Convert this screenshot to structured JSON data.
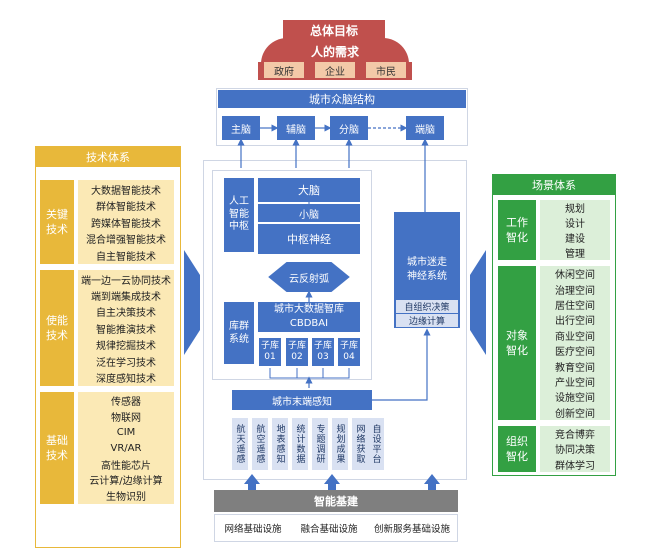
{
  "top": {
    "title": "总体目标",
    "need": "人的需求",
    "gov": "政府",
    "enterprise": "企业",
    "citizen": "市民"
  },
  "brain": {
    "title": "城市众脑结构",
    "items": [
      "主脑",
      "辅脑",
      "分脑",
      "端脑"
    ]
  },
  "tech": {
    "title": "技术体系",
    "groups": [
      {
        "label": "关键\n技术",
        "items": [
          "大数据智能技术",
          "群体智能技术",
          "跨媒体智能技术",
          "混合增强智能技术",
          "自主智能技术"
        ]
      },
      {
        "label": "使能\n技术",
        "items": [
          "端一边一云协同技术",
          "端到端集成技术",
          "自主决策技术",
          "智能推演技术",
          "规律挖掘技术",
          "泛在学习技术",
          "深度感知技术"
        ]
      },
      {
        "label": "基础\n技术",
        "items": [
          "传感器",
          "物联网",
          "CIM",
          "VR/AR",
          "高性能芯片",
          "云计算/边缘计算",
          "生物识别"
        ]
      }
    ]
  },
  "center": {
    "ai_hub": "人工\n智能\n中枢",
    "big_brain": "大脑",
    "small_brain": "小脑",
    "central_nerve": "中枢神经",
    "reflex_arc": "云反射弧",
    "lib_sys": "库群\n系统",
    "lib_title": "城市大数据智库",
    "lib_code": "CBDBAI",
    "sub_libs": [
      "子库\n01",
      "子库\n02",
      "子库\n03",
      "子库\n04"
    ],
    "vagus": "城市迷走\n神经系统",
    "self_org": "自组织决策",
    "edge": "边缘计算",
    "terminal": "城市末端感知",
    "sensing": [
      "航天遥感",
      "航空遥感",
      "地表感知",
      "统计数据",
      "专题调研",
      "规划成果",
      "网络获取",
      "自设平台"
    ]
  },
  "scene": {
    "title": "场景体系",
    "groups": [
      {
        "label": "工作\n智化",
        "items": [
          "规划",
          "设计",
          "建设",
          "管理"
        ]
      },
      {
        "label": "对象\n智化",
        "items": [
          "休闲空间",
          "治理空间",
          "居住空间",
          "出行空间",
          "商业空间",
          "医疗空间",
          "教育空间",
          "产业空间",
          "设施空间",
          "创新空间"
        ]
      },
      {
        "label": "组织\n智化",
        "items": [
          "竞合博弈",
          "协同决策",
          "群体学习"
        ]
      }
    ]
  },
  "infra": {
    "title": "智能基建",
    "items": [
      "网络基础设施",
      "融合基础设施",
      "创新服务基础设施"
    ]
  }
}
